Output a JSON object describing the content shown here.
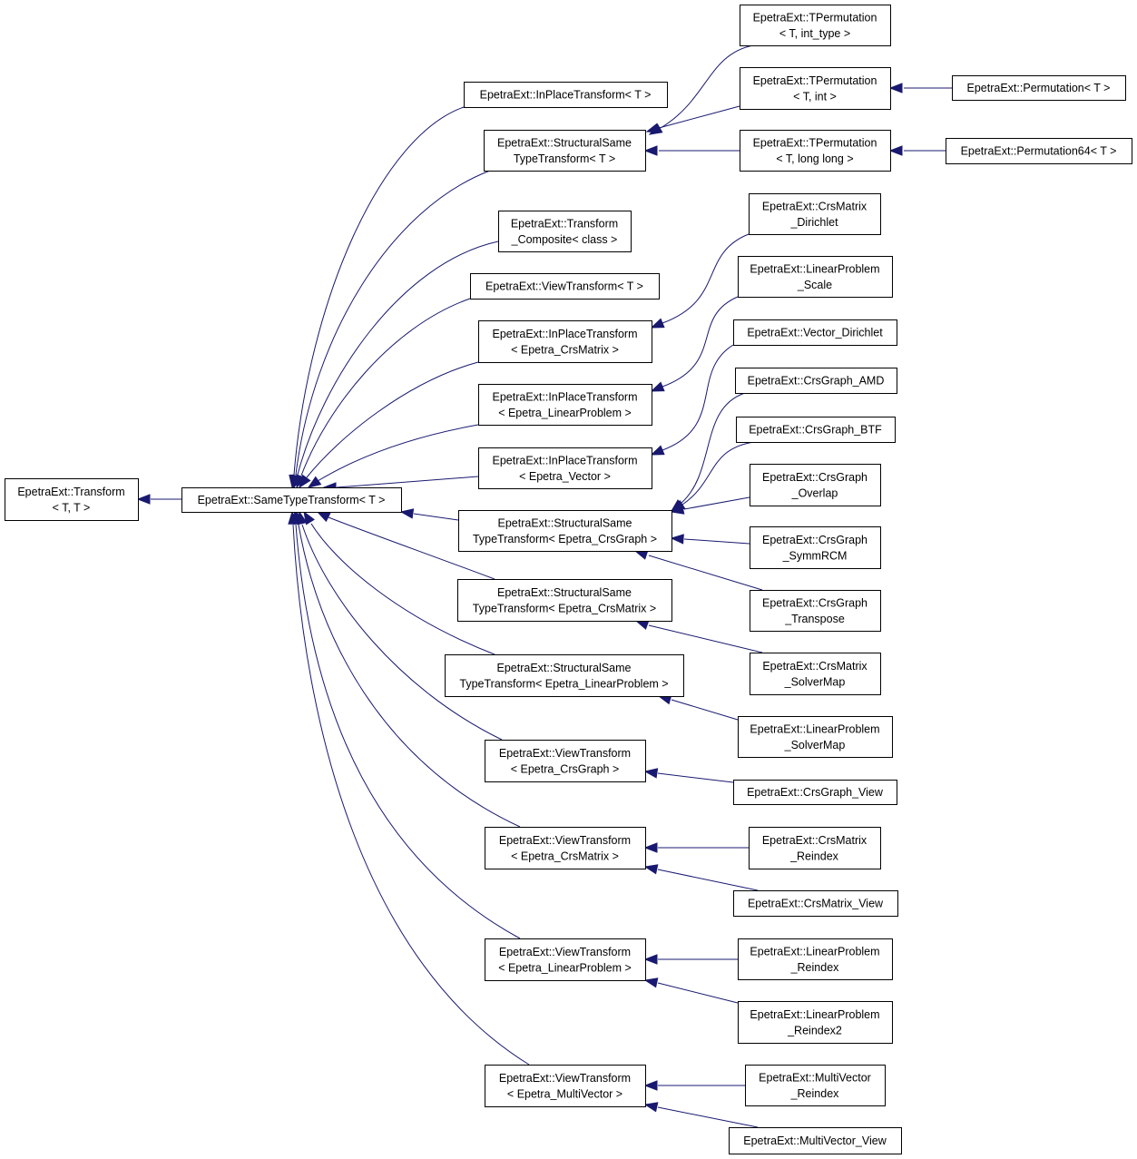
{
  "nodes": [
    {
      "id": "transform",
      "lines": [
        "EpetraExt::Transform",
        "< T, T >"
      ]
    },
    {
      "id": "same_type_transform",
      "lines": [
        "EpetraExt::SameTypeTransform< T >"
      ]
    },
    {
      "id": "inplace_t",
      "lines": [
        "EpetraExt::InPlaceTransform< T >"
      ]
    },
    {
      "id": "structural_t",
      "lines": [
        "EpetraExt::StructuralSame",
        "TypeTransform< T >"
      ]
    },
    {
      "id": "transform_composite",
      "lines": [
        "EpetraExt::Transform",
        "_Composite< class >"
      ]
    },
    {
      "id": "view_t",
      "lines": [
        "EpetraExt::ViewTransform< T >"
      ]
    },
    {
      "id": "inplace_crsmatrix",
      "lines": [
        "EpetraExt::InPlaceTransform",
        "< Epetra_CrsMatrix >"
      ]
    },
    {
      "id": "inplace_linearproblem",
      "lines": [
        "EpetraExt::InPlaceTransform",
        "< Epetra_LinearProblem >"
      ]
    },
    {
      "id": "inplace_vector",
      "lines": [
        "EpetraExt::InPlaceTransform",
        "< Epetra_Vector >"
      ]
    },
    {
      "id": "structural_crsgraph",
      "lines": [
        "EpetraExt::StructuralSame",
        "TypeTransform< Epetra_CrsGraph >"
      ]
    },
    {
      "id": "structural_crsmatrix",
      "lines": [
        "EpetraExt::StructuralSame",
        "TypeTransform< Epetra_CrsMatrix >"
      ]
    },
    {
      "id": "structural_linearproblem",
      "lines": [
        "EpetraExt::StructuralSame",
        "TypeTransform< Epetra_LinearProblem >"
      ]
    },
    {
      "id": "view_crsgraph",
      "lines": [
        "EpetraExt::ViewTransform",
        "< Epetra_CrsGraph >"
      ]
    },
    {
      "id": "view_crsmatrix",
      "lines": [
        "EpetraExt::ViewTransform",
        "< Epetra_CrsMatrix >"
      ]
    },
    {
      "id": "view_linearproblem",
      "lines": [
        "EpetraExt::ViewTransform",
        "< Epetra_LinearProblem >"
      ]
    },
    {
      "id": "view_multivector",
      "lines": [
        "EpetraExt::ViewTransform",
        "< Epetra_MultiVector >"
      ]
    },
    {
      "id": "tperm_inttype",
      "lines": [
        "EpetraExt::TPermutation",
        "< T, int_type >"
      ]
    },
    {
      "id": "tperm_int",
      "lines": [
        "EpetraExt::TPermutation",
        "< T, int >"
      ]
    },
    {
      "id": "tperm_longlong",
      "lines": [
        "EpetraExt::TPermutation",
        "< T, long long >"
      ]
    },
    {
      "id": "permutation",
      "lines": [
        "EpetraExt::Permutation< T >"
      ]
    },
    {
      "id": "permutation64",
      "lines": [
        "EpetraExt::Permutation64< T >"
      ]
    },
    {
      "id": "crsmatrix_dirichlet",
      "lines": [
        "EpetraExt::CrsMatrix",
        "_Dirichlet"
      ]
    },
    {
      "id": "linearproblem_scale",
      "lines": [
        "EpetraExt::LinearProblem",
        "_Scale"
      ]
    },
    {
      "id": "vector_dirichlet",
      "lines": [
        "EpetraExt::Vector_Dirichlet"
      ]
    },
    {
      "id": "crsgraph_amd",
      "lines": [
        "EpetraExt::CrsGraph_AMD"
      ]
    },
    {
      "id": "crsgraph_btf",
      "lines": [
        "EpetraExt::CrsGraph_BTF"
      ]
    },
    {
      "id": "crsgraph_overlap",
      "lines": [
        "EpetraExt::CrsGraph",
        "_Overlap"
      ]
    },
    {
      "id": "crsgraph_symmrcm",
      "lines": [
        "EpetraExt::CrsGraph",
        "_SymmRCM"
      ]
    },
    {
      "id": "crsgraph_transpose",
      "lines": [
        "EpetraExt::CrsGraph",
        "_Transpose"
      ]
    },
    {
      "id": "crsmatrix_solvermap",
      "lines": [
        "EpetraExt::CrsMatrix",
        "_SolverMap"
      ]
    },
    {
      "id": "linearproblem_solvermap",
      "lines": [
        "EpetraExt::LinearProblem",
        "_SolverMap"
      ]
    },
    {
      "id": "crsgraph_view",
      "lines": [
        "EpetraExt::CrsGraph_View"
      ]
    },
    {
      "id": "crsmatrix_reindex",
      "lines": [
        "EpetraExt::CrsMatrix",
        "_Reindex"
      ]
    },
    {
      "id": "crsmatrix_view",
      "lines": [
        "EpetraExt::CrsMatrix_View"
      ]
    },
    {
      "id": "linearproblem_reindex",
      "lines": [
        "EpetraExt::LinearProblem",
        "_Reindex"
      ]
    },
    {
      "id": "linearproblem_reindex2",
      "lines": [
        "EpetraExt::LinearProblem",
        "_Reindex2"
      ]
    },
    {
      "id": "multivector_reindex",
      "lines": [
        "EpetraExt::MultiVector",
        "_Reindex"
      ]
    },
    {
      "id": "multivector_view",
      "lines": [
        "EpetraExt::MultiVector_View"
      ]
    }
  ],
  "edges": [
    {
      "from": "same_type_transform",
      "to": "transform"
    },
    {
      "from": "inplace_t",
      "to": "same_type_transform"
    },
    {
      "from": "structural_t",
      "to": "same_type_transform"
    },
    {
      "from": "transform_composite",
      "to": "same_type_transform"
    },
    {
      "from": "view_t",
      "to": "same_type_transform"
    },
    {
      "from": "inplace_crsmatrix",
      "to": "same_type_transform"
    },
    {
      "from": "inplace_linearproblem",
      "to": "same_type_transform"
    },
    {
      "from": "inplace_vector",
      "to": "same_type_transform"
    },
    {
      "from": "structural_crsgraph",
      "to": "same_type_transform"
    },
    {
      "from": "structural_crsmatrix",
      "to": "same_type_transform"
    },
    {
      "from": "structural_linearproblem",
      "to": "same_type_transform"
    },
    {
      "from": "view_crsgraph",
      "to": "same_type_transform"
    },
    {
      "from": "view_crsmatrix",
      "to": "same_type_transform"
    },
    {
      "from": "view_linearproblem",
      "to": "same_type_transform"
    },
    {
      "from": "view_multivector",
      "to": "same_type_transform"
    },
    {
      "from": "tperm_inttype",
      "to": "structural_t"
    },
    {
      "from": "tperm_int",
      "to": "structural_t"
    },
    {
      "from": "tperm_longlong",
      "to": "structural_t"
    },
    {
      "from": "permutation",
      "to": "tperm_int"
    },
    {
      "from": "permutation64",
      "to": "tperm_longlong"
    },
    {
      "from": "crsmatrix_dirichlet",
      "to": "inplace_crsmatrix"
    },
    {
      "from": "linearproblem_scale",
      "to": "inplace_linearproblem"
    },
    {
      "from": "vector_dirichlet",
      "to": "inplace_vector"
    },
    {
      "from": "crsgraph_amd",
      "to": "structural_crsgraph"
    },
    {
      "from": "crsgraph_btf",
      "to": "structural_crsgraph"
    },
    {
      "from": "crsgraph_overlap",
      "to": "structural_crsgraph"
    },
    {
      "from": "crsgraph_symmrcm",
      "to": "structural_crsgraph"
    },
    {
      "from": "crsgraph_transpose",
      "to": "structural_crsgraph"
    },
    {
      "from": "crsmatrix_solvermap",
      "to": "structural_crsmatrix"
    },
    {
      "from": "linearproblem_solvermap",
      "to": "structural_linearproblem"
    },
    {
      "from": "crsgraph_view",
      "to": "view_crsgraph"
    },
    {
      "from": "crsmatrix_reindex",
      "to": "view_crsmatrix"
    },
    {
      "from": "crsmatrix_view",
      "to": "view_crsmatrix"
    },
    {
      "from": "linearproblem_reindex",
      "to": "view_linearproblem"
    },
    {
      "from": "linearproblem_reindex2",
      "to": "view_linearproblem"
    },
    {
      "from": "multivector_reindex",
      "to": "view_multivector"
    },
    {
      "from": "multivector_view",
      "to": "view_multivector"
    }
  ],
  "colors": {
    "edge": "#191970",
    "node_border": "#000000",
    "node_fill": "#ffffff",
    "text": "#000000"
  }
}
